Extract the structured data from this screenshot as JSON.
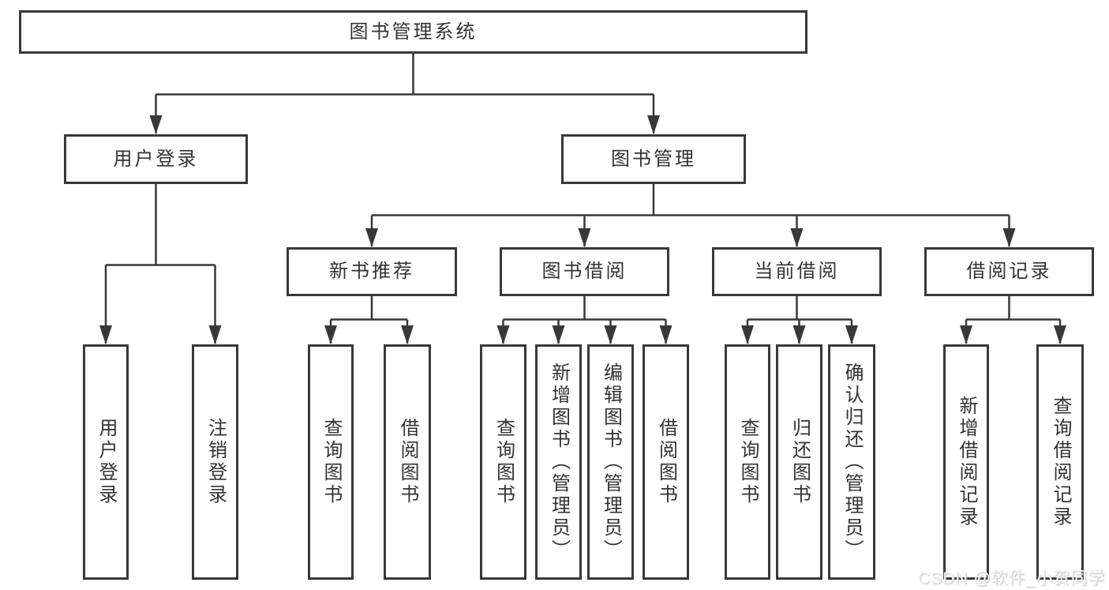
{
  "diagram": {
    "root": {
      "label": "图书管理系统"
    },
    "level2": {
      "user_login": {
        "label": "用户登录"
      },
      "book_management": {
        "label": "图书管理"
      }
    },
    "level3": {
      "new_book_recommend": {
        "label": "新书推荐"
      },
      "book_borrowing": {
        "label": "图书借阅"
      },
      "current_borrowing": {
        "label": "当前借阅"
      },
      "borrowing_records": {
        "label": "借阅记录"
      }
    },
    "leaves": {
      "user_login": {
        "label": "用户登录"
      },
      "logout": {
        "label": "注销登录"
      },
      "query_books_recommend": {
        "label": "查询图书"
      },
      "borrow_books_recommend": {
        "label": "借阅图书"
      },
      "query_books_borrowing": {
        "label": "查询图书"
      },
      "add_books_admin": {
        "label": "新增图书（管理员）"
      },
      "edit_books_admin": {
        "label": "编辑图书（管理员）"
      },
      "borrow_books_borrowing": {
        "label": "借阅图书"
      },
      "query_books_current": {
        "label": "查询图书"
      },
      "return_books": {
        "label": "归还图书"
      },
      "confirm_return_admin": {
        "label": "确认归还（管理员）"
      },
      "add_borrow_record": {
        "label": "新增借阅记录"
      },
      "query_borrow_record": {
        "label": "查询借阅记录"
      }
    }
  },
  "watermark": "CSDN @软件_小贺同学",
  "colors": {
    "line": "#383838",
    "text": "#333333",
    "background": "#ffffff",
    "watermark": "#f2f2f2"
  }
}
